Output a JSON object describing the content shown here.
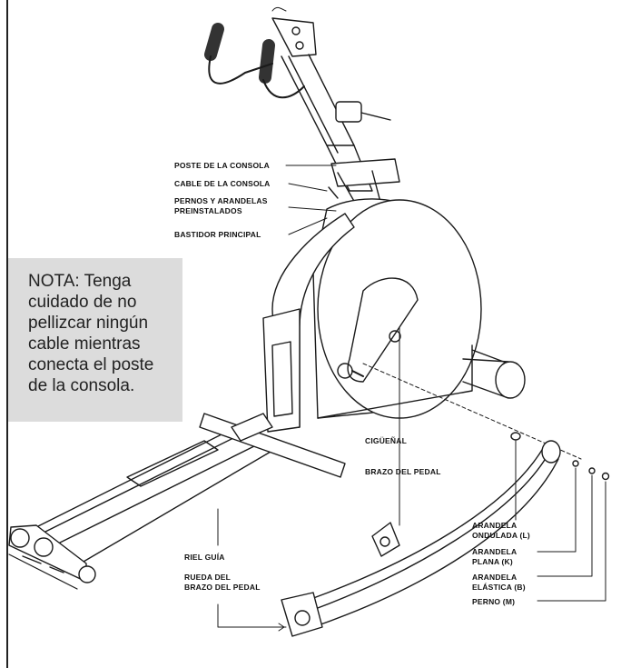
{
  "labels": {
    "console_post": "POSTE DE LA CONSOLA",
    "console_cable": "CABLE DE LA CONSOLA",
    "bolts_washers_1": "PERNOS Y ARANDELAS",
    "bolts_washers_2": "PREINSTALADOS",
    "main_frame": "BASTIDOR PRINCIPAL",
    "crank": "CIGÜEÑAL",
    "pedal_arm": "BRAZO DEL PEDAL",
    "wave_washer_1": "ARANDELA",
    "wave_washer_2": "ONDULADA (L)",
    "flat_washer_1": "ARANDELA",
    "flat_washer_2": "PLANA (K)",
    "lock_washer_1": "ARANDELA",
    "lock_washer_2": "ELÁSTICA (B)",
    "bolt": "PERNO (M)",
    "guide_rail": "RIEL GUÍA",
    "pedal_wheel_1": "RUEDA DEL",
    "pedal_wheel_2": "BRAZO DEL PEDAL"
  },
  "note": {
    "lines": [
      "NOTA: Tenga",
      "cuidado de no",
      "pellizcar ningún",
      "cable mientras",
      "conecta el poste",
      "de la consola."
    ]
  },
  "colors": {
    "note_background": "#dcdcdc",
    "line_art": "#1a1a1a"
  }
}
